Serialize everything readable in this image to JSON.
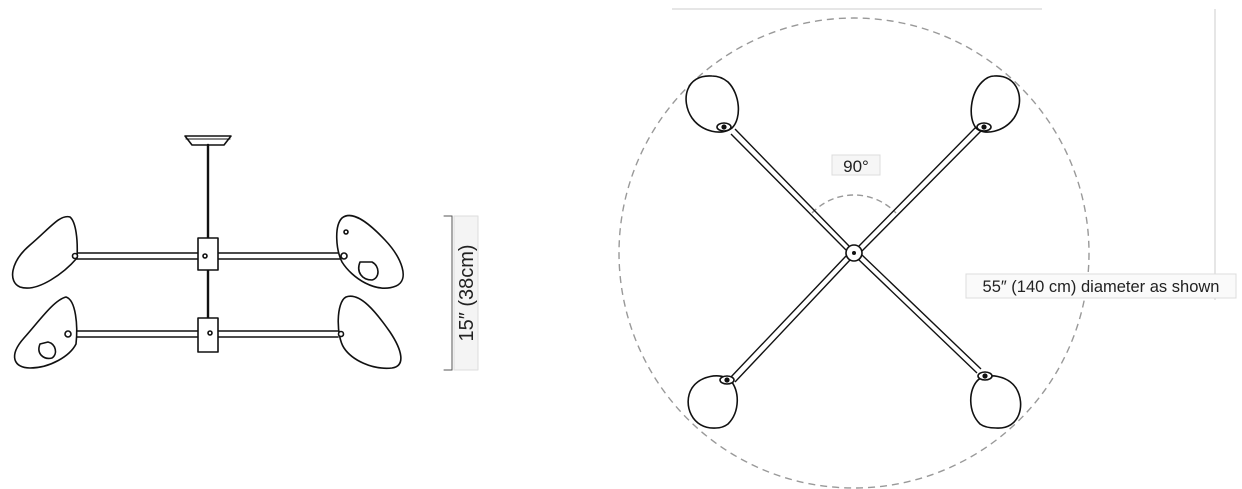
{
  "elevation_view": {
    "height_label": "15″ (38cm)"
  },
  "plan_view": {
    "angle_label": "90°",
    "diameter_label": "55″ (140 cm) diameter as shown"
  },
  "colors": {
    "line": "#111111",
    "guide": "#999999",
    "dim_line": "#555555"
  }
}
